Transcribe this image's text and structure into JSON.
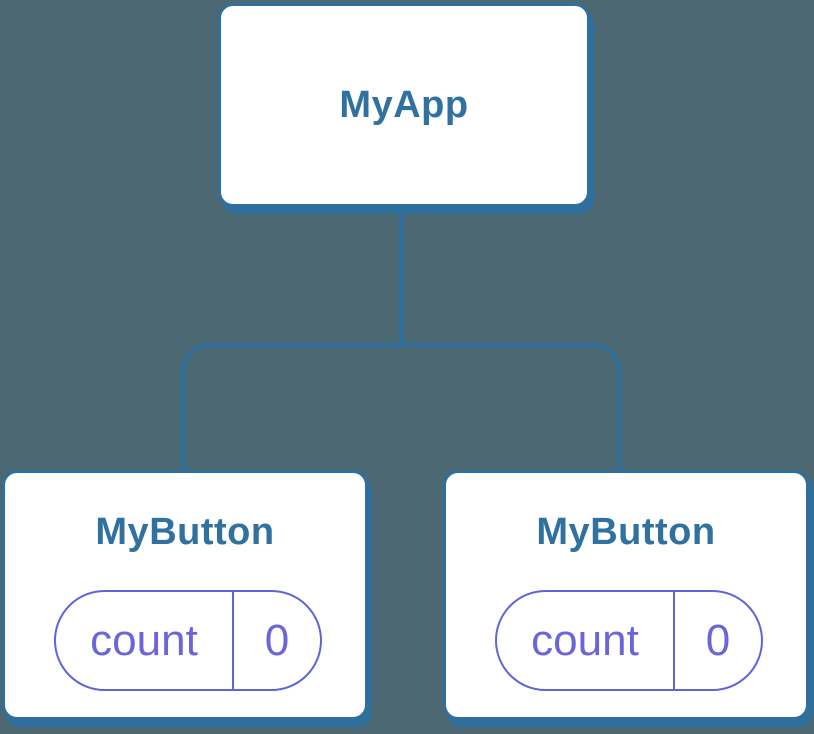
{
  "colors": {
    "background": "#4C6873",
    "node_fill": "#FFFFFF",
    "stroke_blue": "#2E6F9E",
    "text_blue": "#30719F",
    "stroke_purple": "#5E65D6",
    "text_purple": "#6B64DB"
  },
  "tree": {
    "root": {
      "label": "MyApp"
    },
    "children": [
      {
        "label": "MyButton",
        "state": {
          "name": "count",
          "value": "0"
        }
      },
      {
        "label": "MyButton",
        "state": {
          "name": "count",
          "value": "0"
        }
      }
    ]
  }
}
